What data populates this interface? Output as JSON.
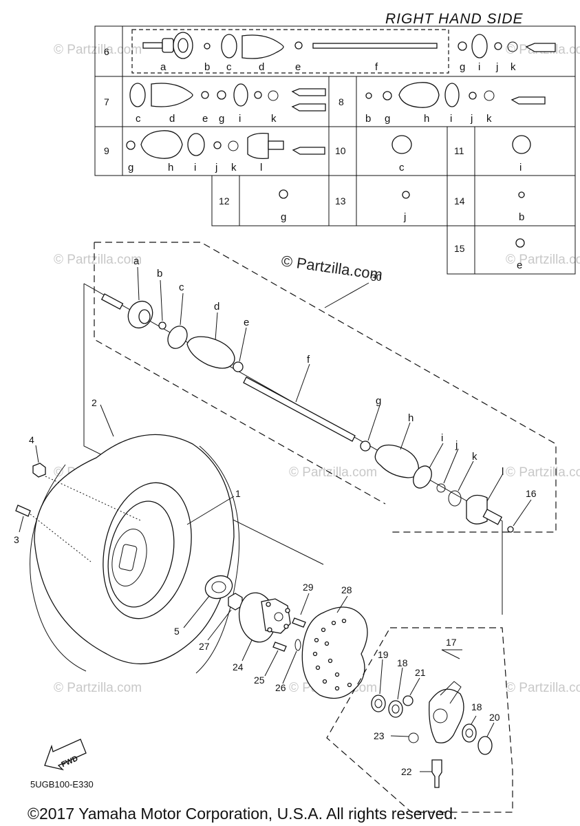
{
  "header": {
    "title": "RIGHT HAND SIDE"
  },
  "watermark": {
    "main": "© Partzilla.com",
    "faint": "© Partzilla.com"
  },
  "kit_table": {
    "rows": [
      {
        "id": "6",
        "parts": [
          "a",
          "b",
          "c",
          "d",
          "e",
          "f",
          "g",
          "i",
          "j",
          "k"
        ]
      },
      {
        "id": "7",
        "parts": [
          "c",
          "d",
          "e",
          "g",
          "i",
          "k"
        ]
      },
      {
        "id": "8",
        "parts": [
          "b",
          "g",
          "h",
          "i",
          "j",
          "k"
        ]
      },
      {
        "id": "9",
        "parts": [
          "g",
          "h",
          "i",
          "j",
          "k",
          "l"
        ]
      },
      {
        "id": "10",
        "parts": [
          "c"
        ]
      },
      {
        "id": "11",
        "parts": [
          "i"
        ]
      },
      {
        "id": "12",
        "parts": [
          "g"
        ]
      },
      {
        "id": "13",
        "parts": [
          "j"
        ]
      },
      {
        "id": "14",
        "parts": [
          "b"
        ]
      },
      {
        "id": "15",
        "parts": [
          "e"
        ]
      }
    ]
  },
  "callouts": {
    "shaft": [
      "30",
      "a",
      "b",
      "c",
      "d",
      "e",
      "f",
      "g",
      "h",
      "i",
      "j",
      "k",
      "l",
      "16"
    ],
    "wheel": [
      "1",
      "2",
      "3",
      "4",
      "5",
      "27",
      "24",
      "25",
      "26",
      "28",
      "29"
    ],
    "knuckle": [
      "17",
      "18",
      "19",
      "20",
      "21",
      "22",
      "23"
    ]
  },
  "fwd_label": "FWD",
  "diagram_code": "5UGB100-E330",
  "footer": {
    "copyright": "©2017 Yamaha Motor Corporation, U.S.A. All rights reserved."
  }
}
